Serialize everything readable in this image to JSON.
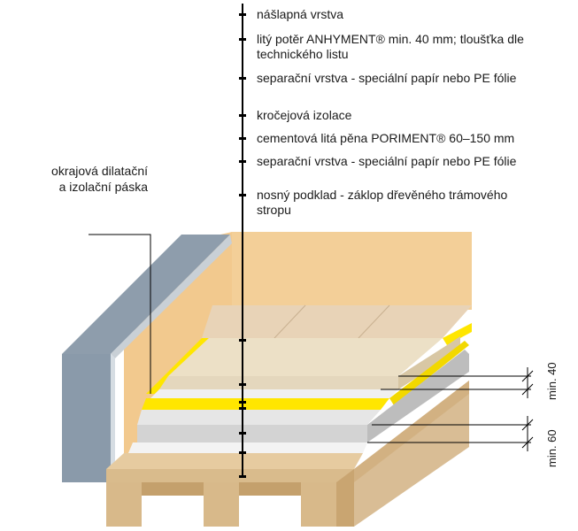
{
  "layers": [
    {
      "text": "nášlapná vrstva"
    },
    {
      "text": "litý potěr ANHYMENT® min. 40 mm; tloušťka dle technického listu"
    },
    {
      "text": "separační vrstva - speciální papír nebo PE fólie"
    },
    {
      "text": "kročejová izolace"
    },
    {
      "text": "cementová litá pěna PORIMENT® 60–150 mm"
    },
    {
      "text": "separační vrstva - speciální papír nebo PE fólie"
    },
    {
      "text": "nosný podklad - záklop dřevěného trámového stropu"
    }
  ],
  "side_label": "okrajová dilatační a izolační páska",
  "dimensions": {
    "top": "min. 40",
    "bottom": "min. 60"
  },
  "colors": {
    "wall_gray": "#8f9fae",
    "wall_face": "#f2c98e",
    "anhyment": "#ede0c4",
    "yellow_tape": "#ffe600",
    "wood": "#e3c79a",
    "poriment": "#d9d9d9"
  }
}
